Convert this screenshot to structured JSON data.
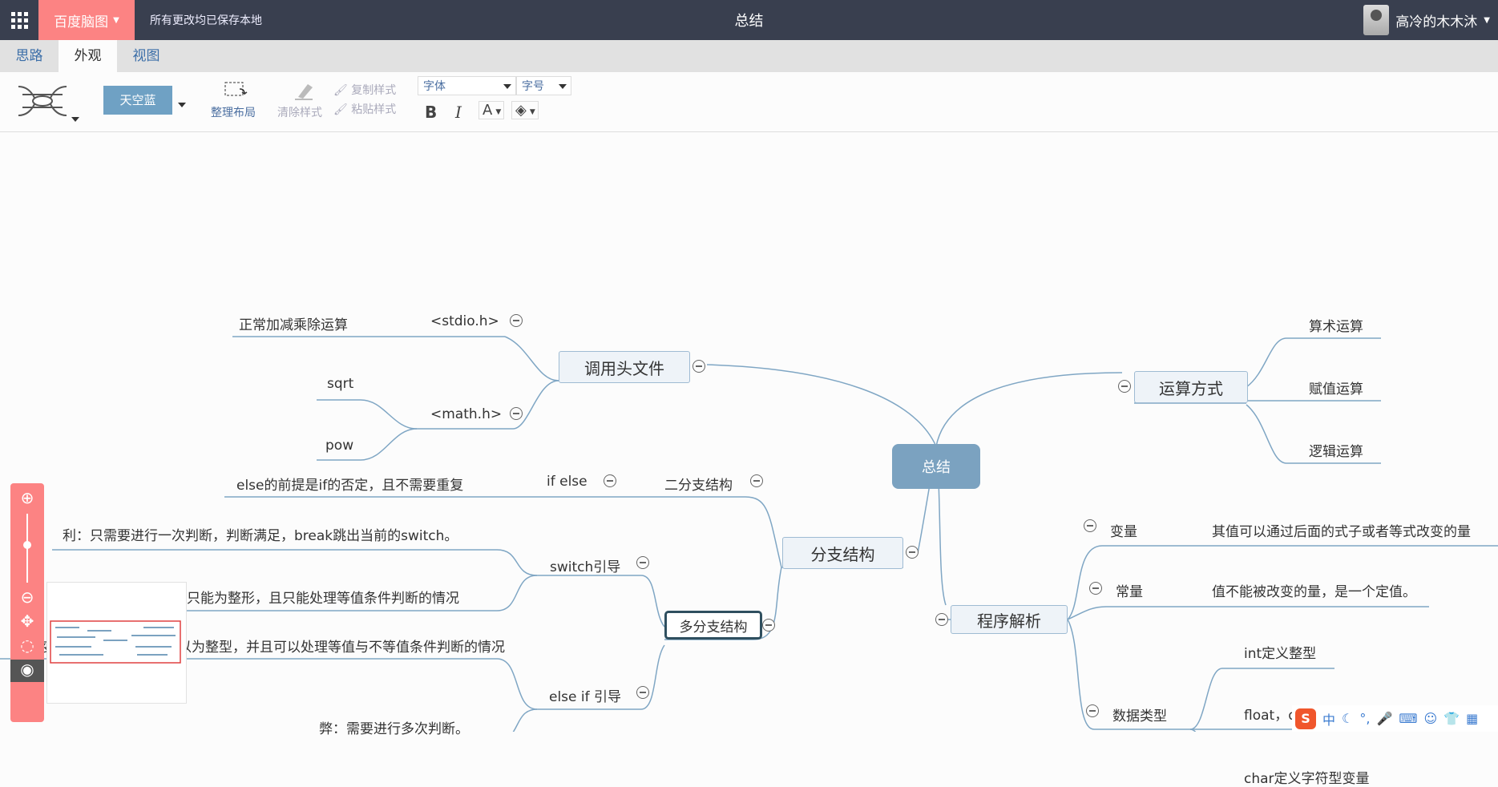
{
  "topbar": {
    "brand": "百度脑图",
    "saved_status": "所有更改均已保存本地",
    "title": "总结",
    "username": "高冷的木木沐"
  },
  "tabs": [
    "思路",
    "外观",
    "视图"
  ],
  "toolbar": {
    "theme": "天空蓝",
    "arrange": "整理布局",
    "clear_style": "清除样式",
    "copy_style": "复制样式",
    "paste_style": "粘贴样式",
    "font_family": "字体",
    "font_size": "字号",
    "bold": "B",
    "italic": "I",
    "font_color": "A"
  },
  "mindmap": {
    "root": "总结",
    "header_files": "调用头文件",
    "stdio": "<stdio.h>",
    "stdio_desc": "正常加减乘除运算",
    "math": "<math.h>",
    "sqrt": "sqrt",
    "pow": "pow",
    "ops": "运算方式",
    "op1": "算术运算",
    "op2": "赋值运算",
    "op3": "逻辑运算",
    "branch": "分支结构",
    "two_branch": "二分支结构",
    "ifelse": "if else",
    "ifelse_desc": "else的前提是if的否定，且不需要重复",
    "multi": "多分支结构",
    "switch": "switch引导",
    "switch_pro": "利：只需要进行一次判断，判断满足，break跳出当前的switch。",
    "switch_con": "弊：变量只能为整形，且只能处理等值条件判断的情况",
    "elseif": "else if 引导",
    "elseif_pro": "变量可以为浮点型也可以为整型，并且可以处理等值与不等值条件判断的情况",
    "elseif_con": "弊：需要进行多次判断。",
    "program": "程序解析",
    "var": "变量",
    "var_desc": "其值可以通过后面的式子或者等式改变的量",
    "const": "常量",
    "const_desc": "值不能被改变的量，是一个定值。",
    "dtype": "数据类型",
    "int": "int定义整型",
    "float": "float，double定义浮点型",
    "char": "char定义字符型变量"
  },
  "ime": {
    "lang": "中"
  }
}
